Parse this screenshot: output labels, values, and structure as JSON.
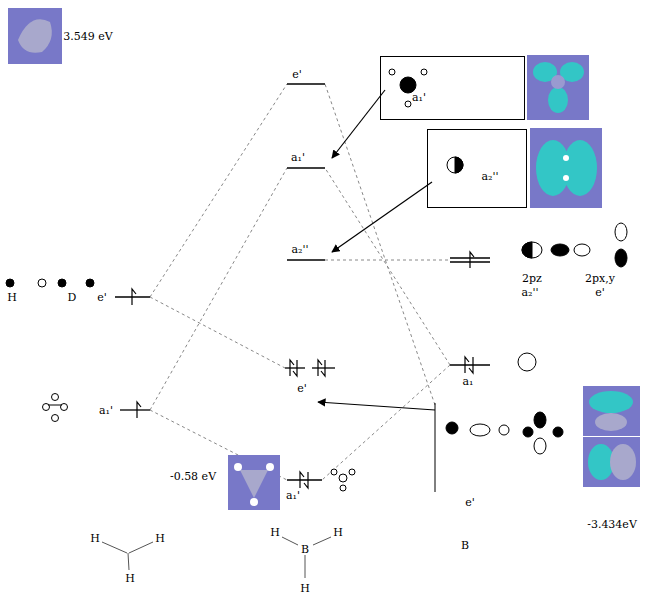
{
  "diagram": {
    "nodes": [
      {
        "text": [
          "a₁'"
        ]
      },
      {
        "text": [
          "a₂''"
        ]
      }
    ],
    "labels": [
      "3.549 eV",
      "e'",
      "a₁'",
      "a₂''",
      "H",
      "D",
      "e'",
      "a₁'",
      "e'",
      "-0.58 eV",
      "a₁'",
      "2pz",
      "2px,y",
      "a₂''",
      "e'",
      "a₁",
      "e'",
      "-3.434eV",
      "H",
      "H",
      "H",
      "H",
      "B",
      "H",
      "H",
      "B"
    ]
  }
}
